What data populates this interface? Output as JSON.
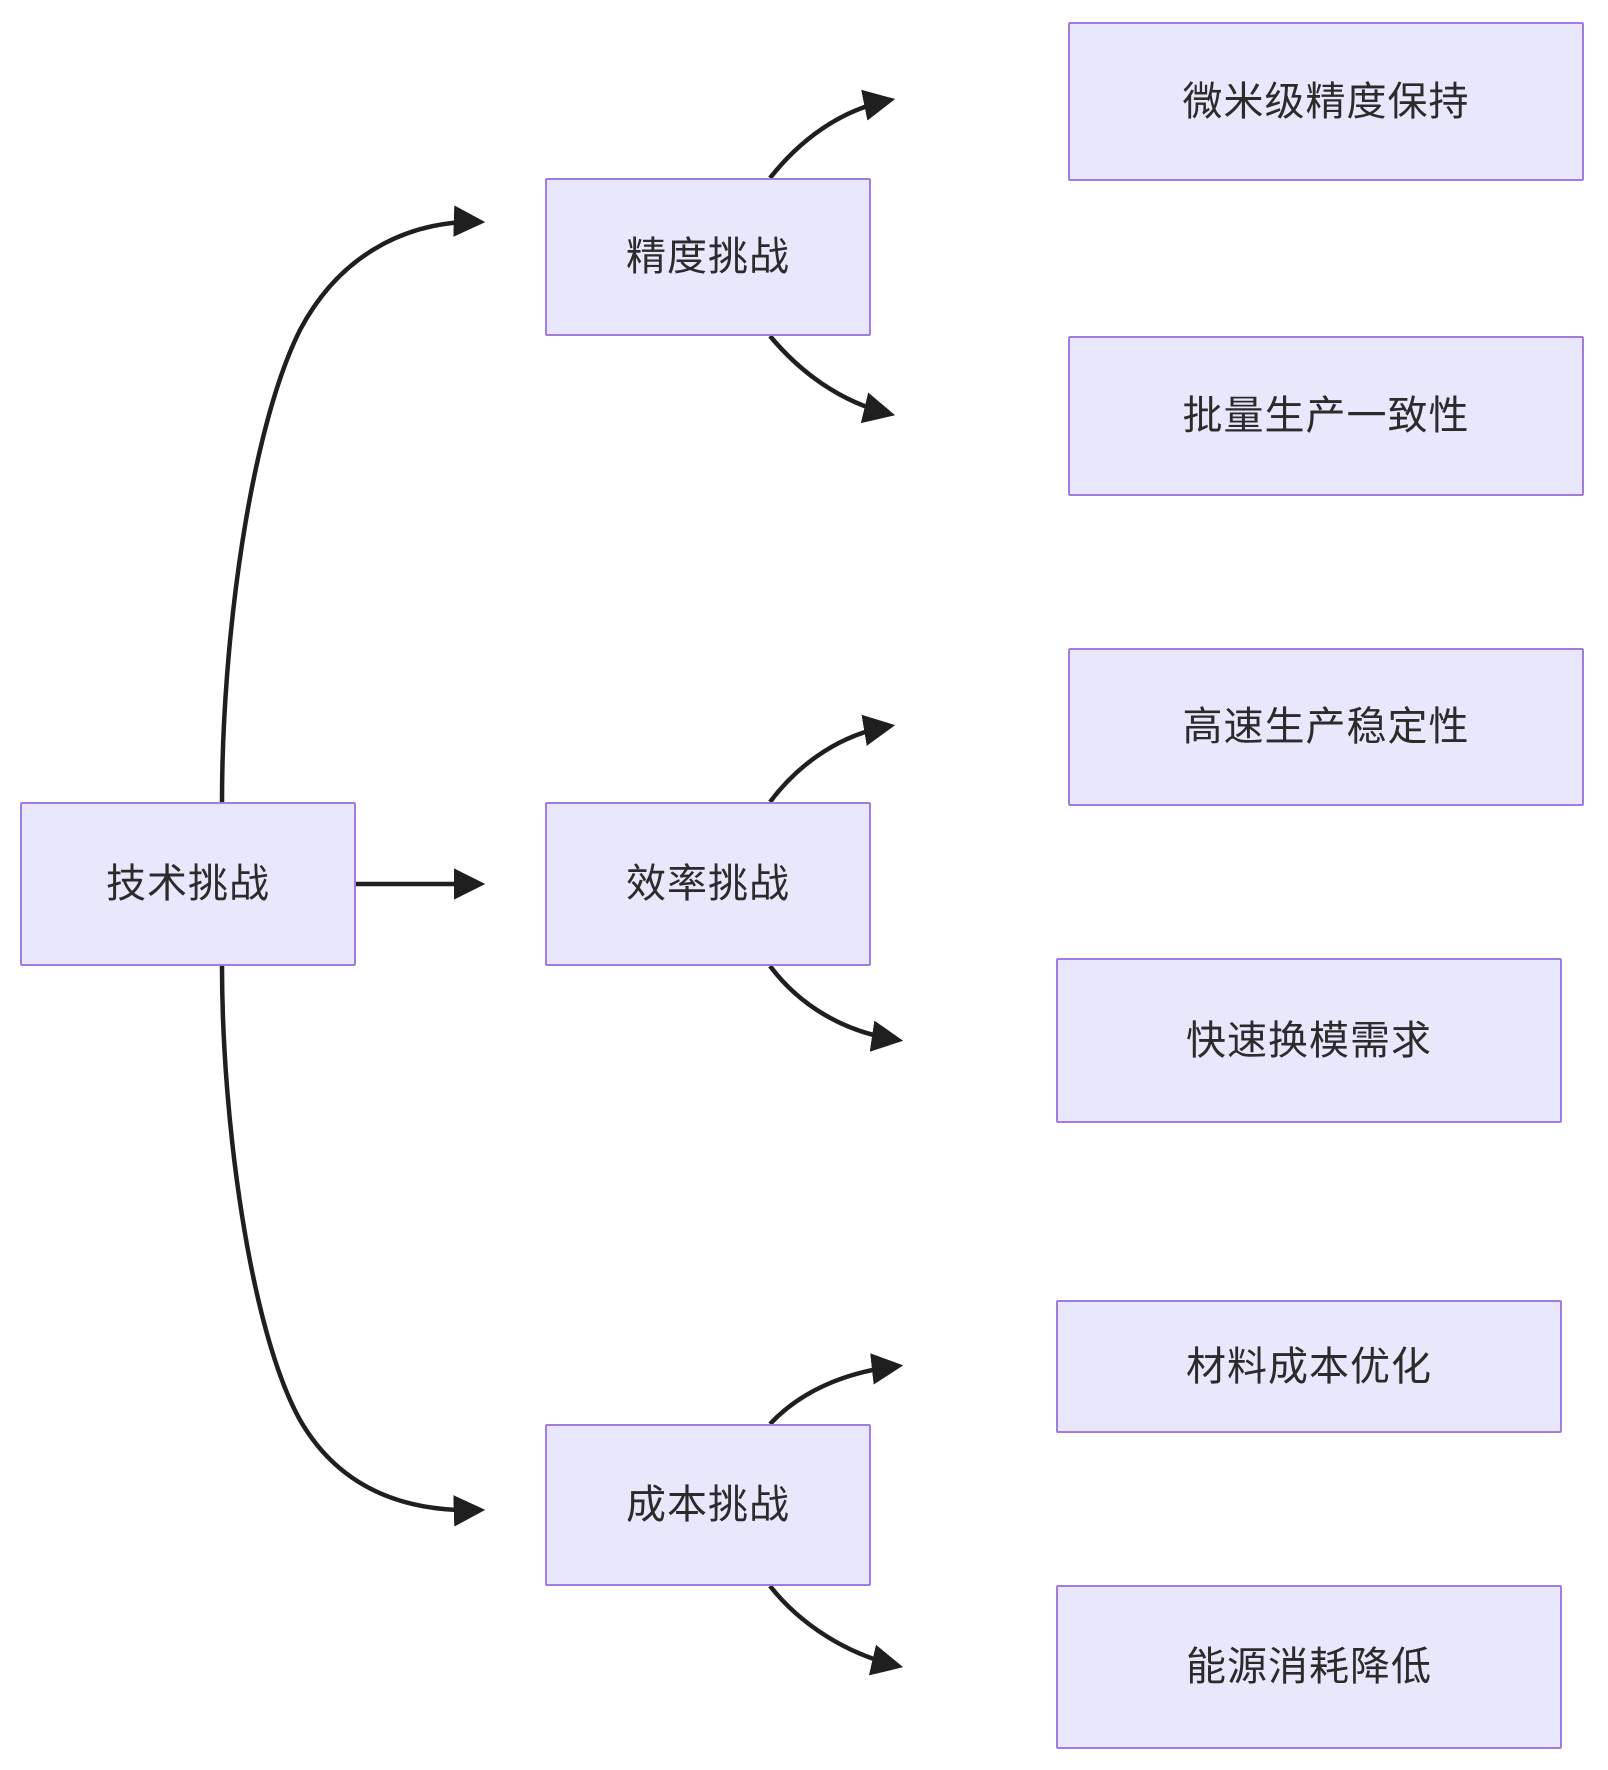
{
  "diagram": {
    "type": "flowchart",
    "direction": "left-to-right",
    "theme": {
      "node_fill": "#e9e7fc",
      "node_border": "#a07de4",
      "node_text": "#2b2b2b",
      "edge_color": "#1f1f1f",
      "background": "#ffffff"
    },
    "nodes": {
      "root": {
        "id": "root",
        "label": "技术挑战"
      },
      "precision": {
        "id": "precision",
        "label": "精度挑战"
      },
      "efficiency": {
        "id": "efficiency",
        "label": "效率挑战"
      },
      "cost": {
        "id": "cost",
        "label": "成本挑战"
      },
      "micron_precision": {
        "id": "micron_precision",
        "label": "微米级精度保持"
      },
      "batch_consistency": {
        "id": "batch_consistency",
        "label": "批量生产一致性"
      },
      "speed_stability": {
        "id": "speed_stability",
        "label": "高速生产稳定性"
      },
      "mold_change": {
        "id": "mold_change",
        "label": "快速换模需求"
      },
      "material_cost": {
        "id": "material_cost",
        "label": "材料成本优化"
      },
      "energy_reduction": {
        "id": "energy_reduction",
        "label": "能源消耗降低"
      }
    },
    "edges": [
      {
        "from": "root",
        "to": "precision"
      },
      {
        "from": "root",
        "to": "efficiency"
      },
      {
        "from": "root",
        "to": "cost"
      },
      {
        "from": "precision",
        "to": "micron_precision"
      },
      {
        "from": "precision",
        "to": "batch_consistency"
      },
      {
        "from": "efficiency",
        "to": "speed_stability"
      },
      {
        "from": "efficiency",
        "to": "mold_change"
      },
      {
        "from": "cost",
        "to": "material_cost"
      },
      {
        "from": "cost",
        "to": "energy_reduction"
      }
    ]
  }
}
